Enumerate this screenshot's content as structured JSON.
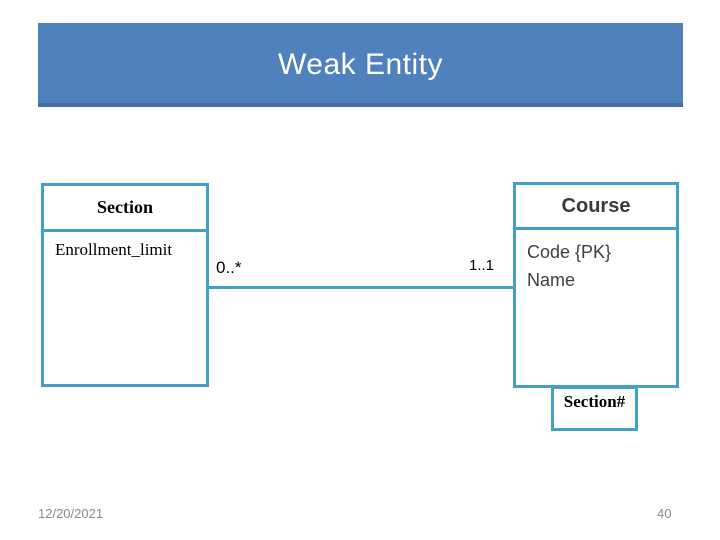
{
  "slide": {
    "title": "Weak Entity",
    "footer": {
      "date": "12/20/2021",
      "page_number": "40"
    },
    "colors": {
      "title_bar_bg": "#4F81BD",
      "title_bar_bottom_border": "#466EA5",
      "title_text": "#FFFFFF",
      "diagram_border": "#42A0C9",
      "serif_text": "#000000",
      "course_text": "#3F3F3F",
      "footer_text": "#8A8A8A",
      "background": "#FFFFFF"
    }
  },
  "diagram": {
    "entities": [
      {
        "id": "section",
        "name": "Section",
        "attributes": [
          "Enrollment_limit"
        ]
      },
      {
        "id": "course",
        "name": "Course",
        "attributes": [
          "Code {PK}",
          "Name"
        ]
      }
    ],
    "weak_key_box": {
      "label": "Section#"
    },
    "relationship": {
      "from": "Section",
      "to": "Course",
      "from_multiplicity": "0..*",
      "to_multiplicity": "1..1"
    }
  }
}
